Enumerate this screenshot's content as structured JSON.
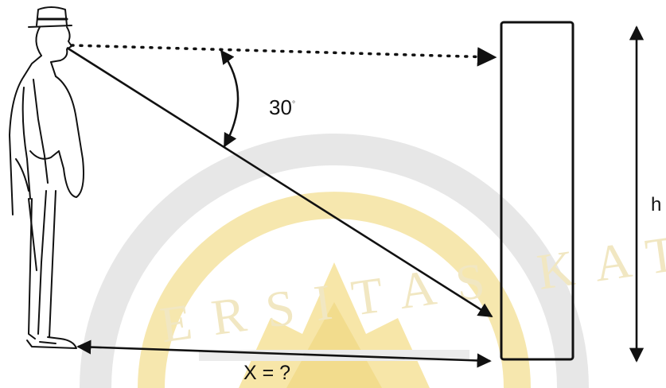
{
  "diagram": {
    "angle_label": "30",
    "angle_degree_mark": "°",
    "height_label": "h",
    "distance_label": "X = ?",
    "watermark_text": "ERSITAS KAT",
    "colors": {
      "ink": "#111111",
      "watermark_gold": "#f1d77a",
      "watermark_grey": "#dedede"
    },
    "icons": [
      "man-with-hat-figure",
      "building-rectangle",
      "angle-arc"
    ]
  }
}
